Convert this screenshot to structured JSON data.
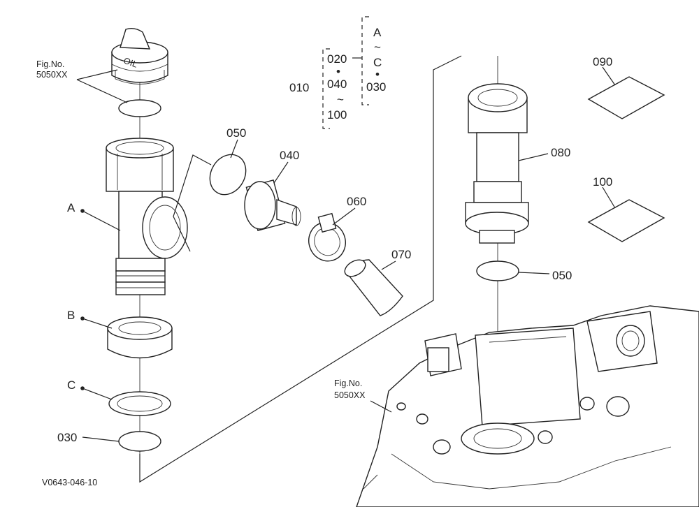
{
  "labels": {
    "fig_ref_top": {
      "line1": "Fig.No.",
      "line2": "5050XX"
    },
    "fig_ref_bottom": {
      "line1": "Fig.No.",
      "line2": "5050XX"
    },
    "A": "A",
    "B": "B",
    "C": "C",
    "p030_left": "030",
    "p050_top": "050",
    "p040": "040",
    "p060": "060",
    "p070": "070",
    "p080": "080",
    "p050_right": "050",
    "p090": "090",
    "p100_sheet": "100",
    "cap_text": "OIL",
    "footer_code": "V0643-046-10"
  },
  "bracket": {
    "p010": "010",
    "p020": "020",
    "dot1": "•",
    "p040": "040",
    "tilde1": "~",
    "p100": "100",
    "A": "A",
    "tilde2": "~",
    "C": "C",
    "dot2": "•",
    "p030": "030"
  }
}
